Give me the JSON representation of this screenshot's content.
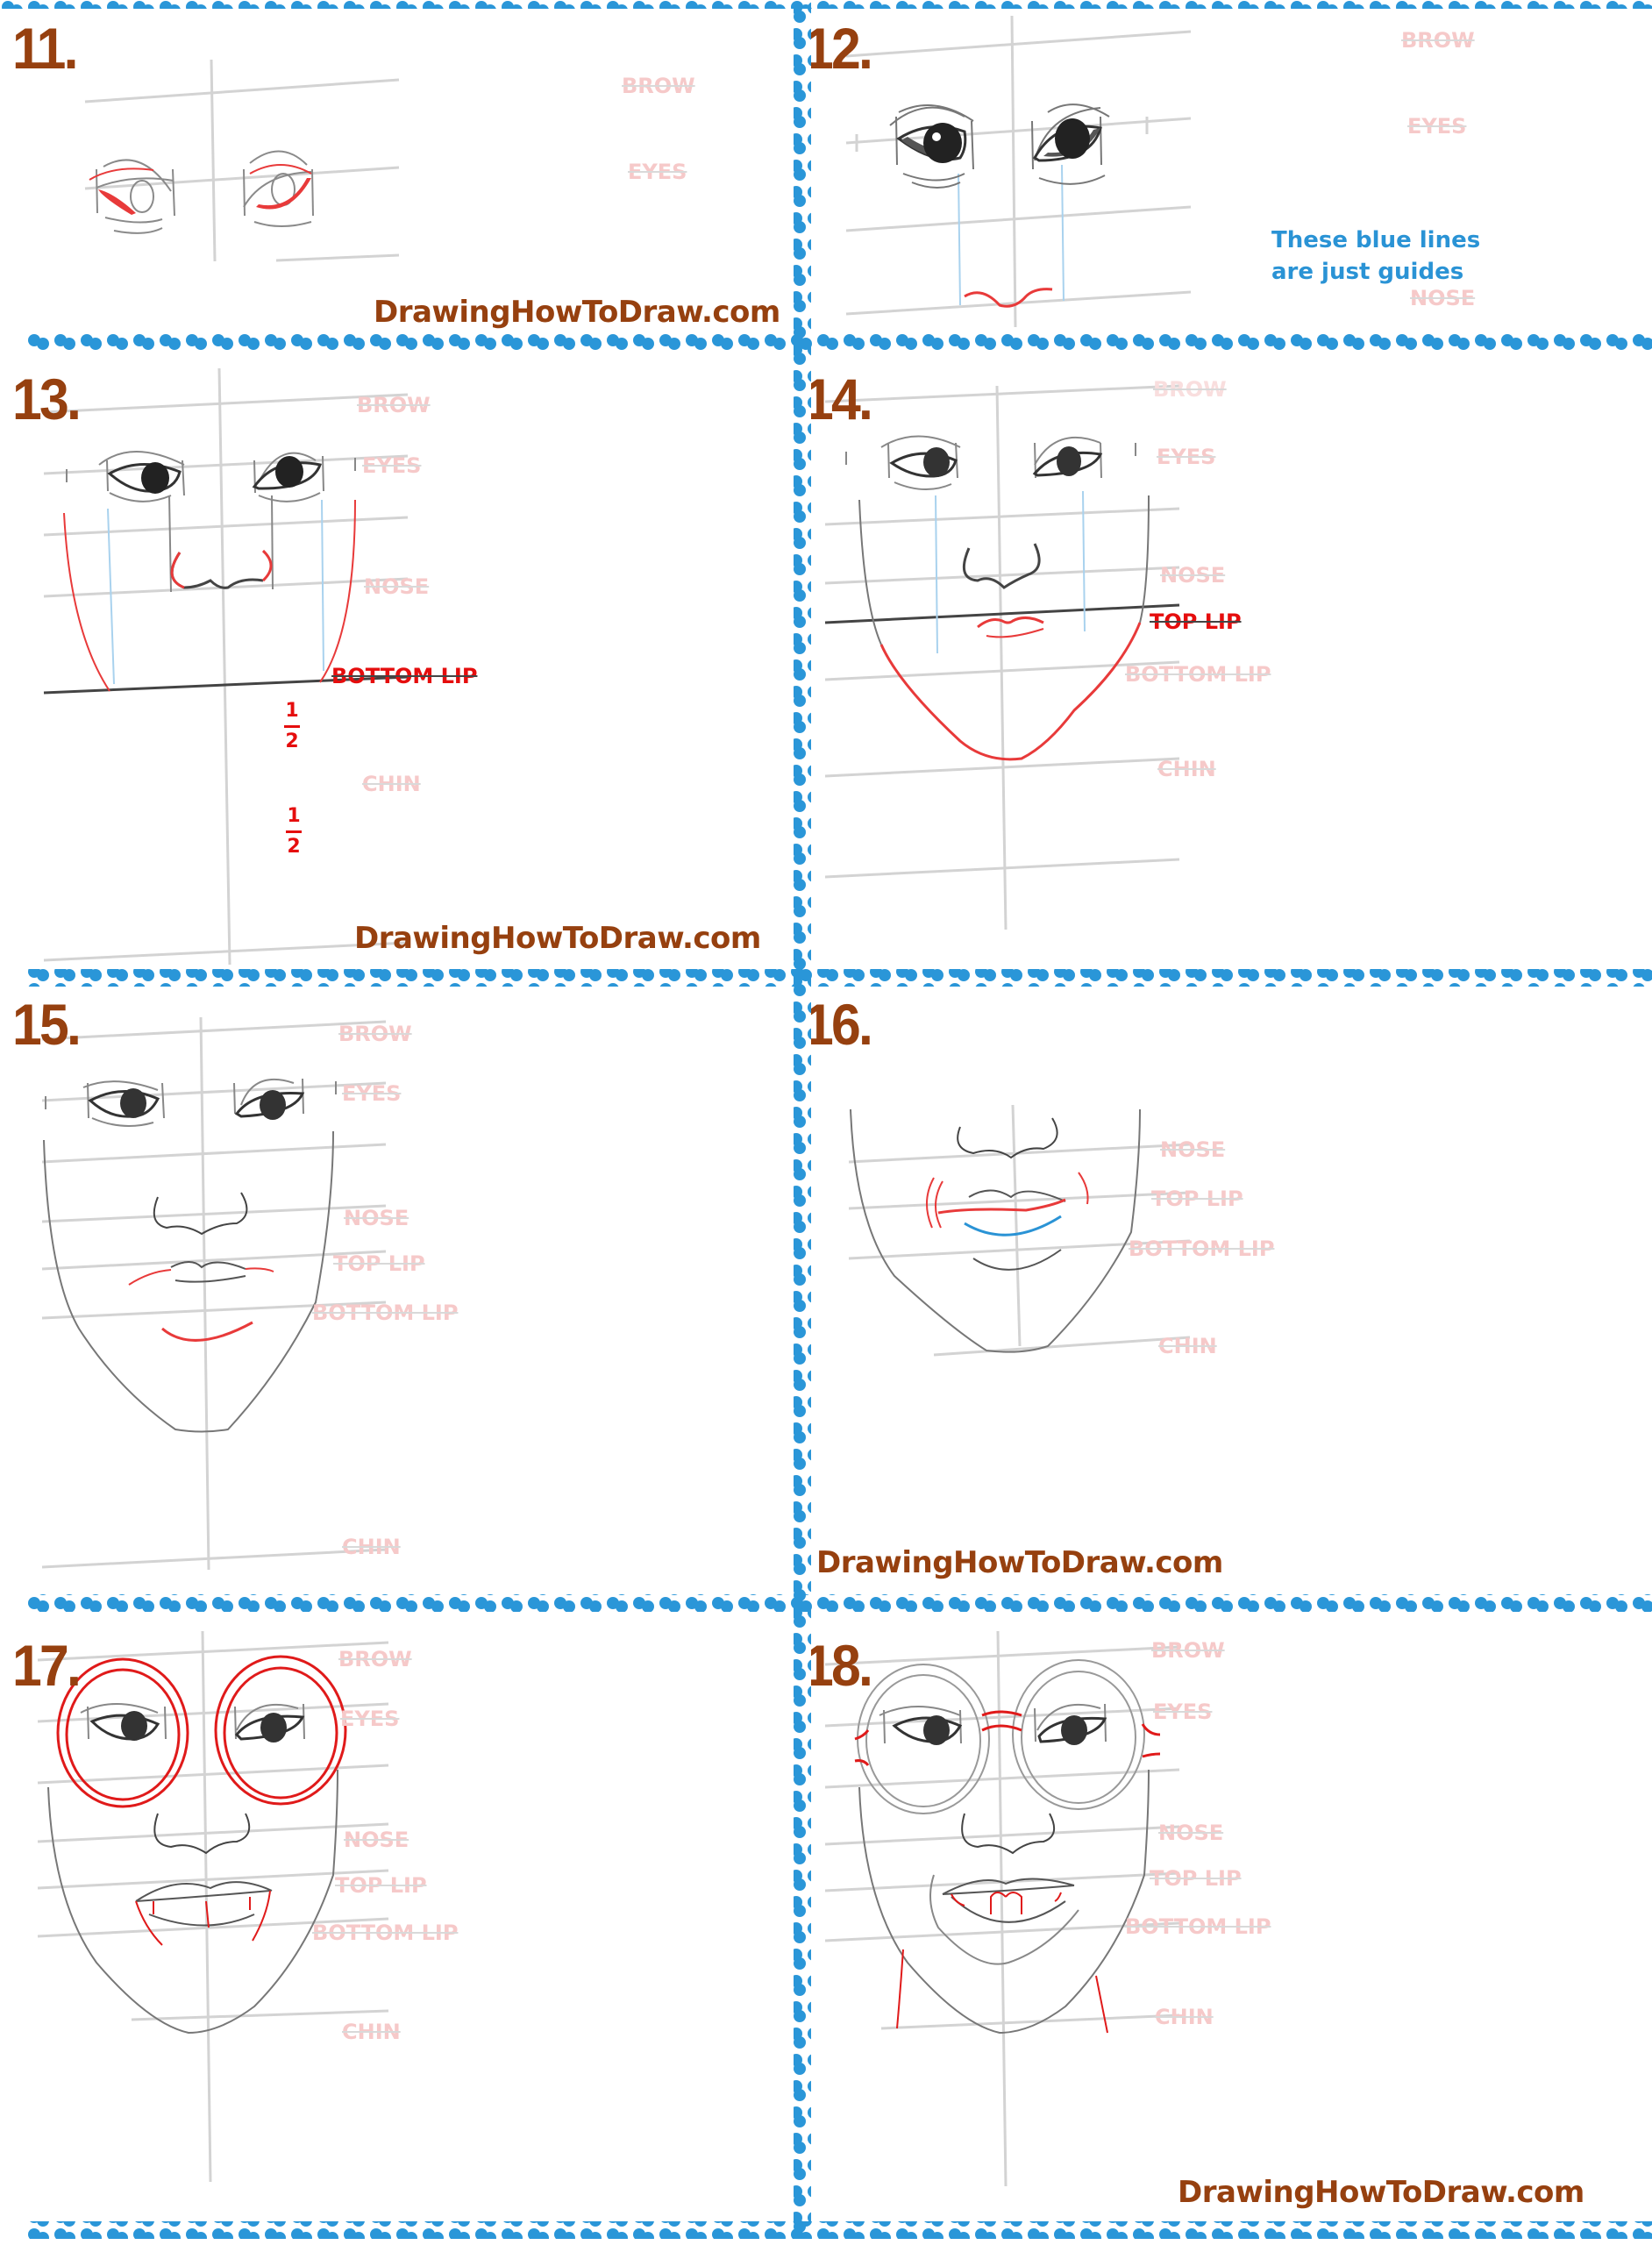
{
  "page": {
    "background": "#ffffff",
    "accent_step_color": "#96400f",
    "border_color": "#2a96d8",
    "guide_label_color": "#f6c9c9",
    "highlight_red": "#e50d0d",
    "guide_blue": "#2a93d5"
  },
  "watermark": "DrawingHowToDraw.com",
  "guide_labels": {
    "brow": "BROW",
    "eyes": "EYES",
    "nose": "NOSE",
    "top_lip": "TOP LIP",
    "bottom_lip": "BOTTOM LIP",
    "chin": "CHIN"
  },
  "panels": [
    {
      "step": "11."
    },
    {
      "step": "12.",
      "note_line1": "These blue lines",
      "note_line2": "are just guides"
    },
    {
      "step": "13.",
      "fraction_top": {
        "num": "1",
        "den": "2"
      },
      "fraction_bottom": {
        "num": "1",
        "den": "2"
      },
      "highlight_label": "BOTTOM LIP"
    },
    {
      "step": "14.",
      "highlight_label": "TOP LIP"
    },
    {
      "step": "15."
    },
    {
      "step": "16."
    },
    {
      "step": "17."
    },
    {
      "step": "18."
    }
  ]
}
